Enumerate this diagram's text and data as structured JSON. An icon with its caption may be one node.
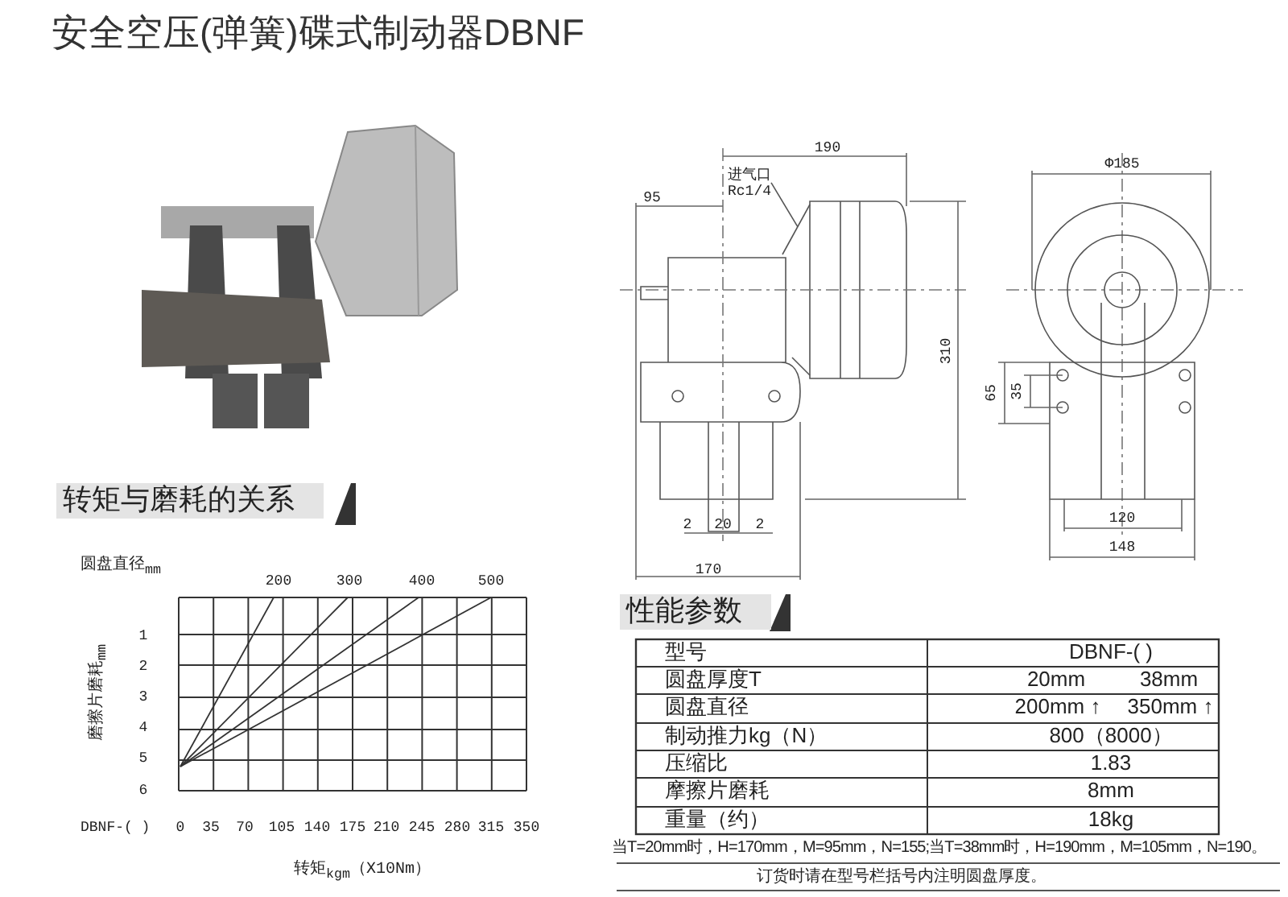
{
  "diagram": {
    "title": "安全空压(弹簧)碟式制动器DBNF",
    "nodes": [
      {
        "text": [
          "进气口",
          "Rc1/4"
        ]
      },
      {
        "text": [],
        "shape": "cone"
      }
    ],
    "edges": [
      {
        "from": 0,
        "to": 1,
        "arrow": "none"
      }
    ],
    "labels": [
      "转矩与磨耗的关系",
      "圆盘直径$_{mm}$",
      "200",
      "300",
      "400",
      "500",
      "1",
      "2",
      "3",
      "4",
      "5",
      "6",
      "磨擦片磨耗$_{mm}$",
      "DBNF-( )",
      "0",
      "35",
      "70",
      "105",
      "140",
      "175",
      "210",
      "245",
      "280",
      "315",
      "350",
      "转矩$_{kgm}$（X10Nm）",
      "190",
      "95",
      "310",
      "2",
      "20",
      "2",
      "170",
      "Φ185",
      "65",
      "35",
      "120",
      "148",
      "性能参数",
      "型号",
      "DBNF-( )",
      "圆盘厚度T",
      "20mm",
      "38mm",
      "圆盘直径",
      "200mm ↑",
      "350mm ↑",
      "制动推力kg（N）",
      "800（8000）",
      "压缩比",
      "1.83",
      "摩擦片磨耗",
      "8mm",
      "重量（约）",
      "18kg",
      "当T=20mm时，H=170mm，M=95mm，N=155;当T=38mm时，H=190mm，M=105mm，N=190。",
      "订货时请在型号栏括号内注明圆盘厚度。"
    ]
  }
}
